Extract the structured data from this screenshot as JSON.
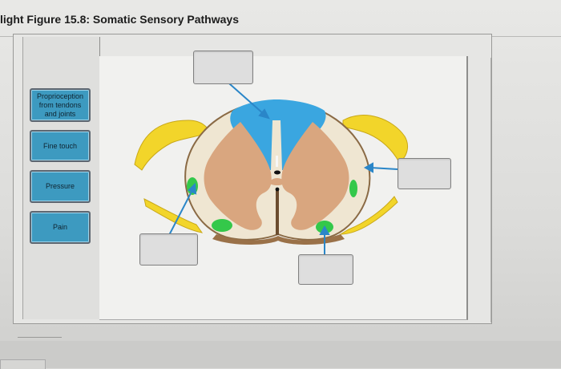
{
  "page": {
    "title": "light Figure 15.8: Somatic Sensory Pathways"
  },
  "labels": [
    {
      "text": "Proprioception from tendons and joints"
    },
    {
      "text": "Fine touch"
    },
    {
      "text": "Pressure"
    },
    {
      "text": "Pain"
    }
  ],
  "colors": {
    "label_fill": "#3d9ac0",
    "dorsal_columns": "#3aa6e0",
    "gray_matter": "#d9a67f",
    "white_matter": "#efe6d2",
    "spinal_tract": "#34c84a",
    "nerve_roots": "#f2d52a",
    "arrow": "#2a86c8"
  }
}
